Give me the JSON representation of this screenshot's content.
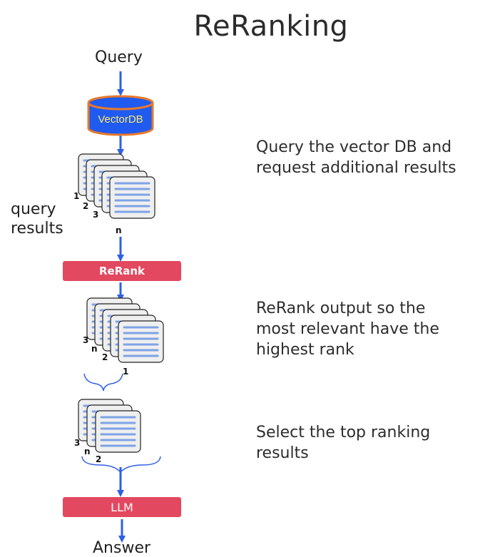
{
  "title": "ReRanking",
  "labels": {
    "query": "Query",
    "vectordb": "VectorDB",
    "query_results": "query\nresults",
    "rerank": "ReRank",
    "llm": "LLM",
    "answer": "Answer"
  },
  "descriptions": [
    "Query the vector DB and\nrequest additional results",
    "ReRank output so the\nmost relevant have the\nhighest rank",
    "Select the top ranking\nresults"
  ],
  "ranks": {
    "set1": [
      "1",
      "2",
      "3",
      "n"
    ],
    "set2": [
      "3",
      "n",
      "2",
      "1"
    ],
    "set3": [
      "3",
      "n",
      "2"
    ]
  },
  "colors": {
    "arrow": "#2f5fe6",
    "db_fill": "#1f5bf0",
    "db_stroke": "#e8792c",
    "db_text": "#ffe66b",
    "box_fill": "#e2485f",
    "doc_line": "#7ea3e6"
  }
}
